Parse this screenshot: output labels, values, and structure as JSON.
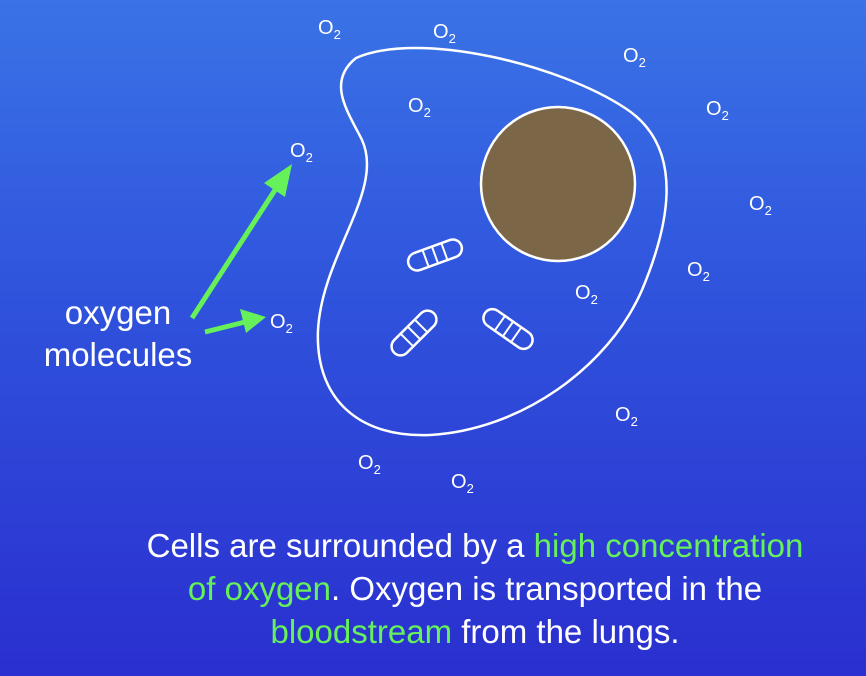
{
  "molecule": {
    "base": "O",
    "sub": "2"
  },
  "label": {
    "line1": "oxygen",
    "line2": "molecules"
  },
  "caption": {
    "p1": "Cells are surrounded by a ",
    "h1": "high concentration",
    "h2": "of oxygen",
    "p2": ". Oxygen is transported in the ",
    "h3": "bloodstream",
    "p3": " from the lungs."
  },
  "colors": {
    "highlight": "#66f05a",
    "arrow": "#66f05a",
    "nucleus": "#7c6648",
    "outline": "#ffffff",
    "background_top": "#3a73e6",
    "background_bottom": "#2a2fcf"
  },
  "icons": {
    "cell": "cell-membrane-icon",
    "nucleus": "nucleus-icon",
    "mitochondrion": "mitochondrion-icon",
    "arrow": "arrow-icon"
  }
}
